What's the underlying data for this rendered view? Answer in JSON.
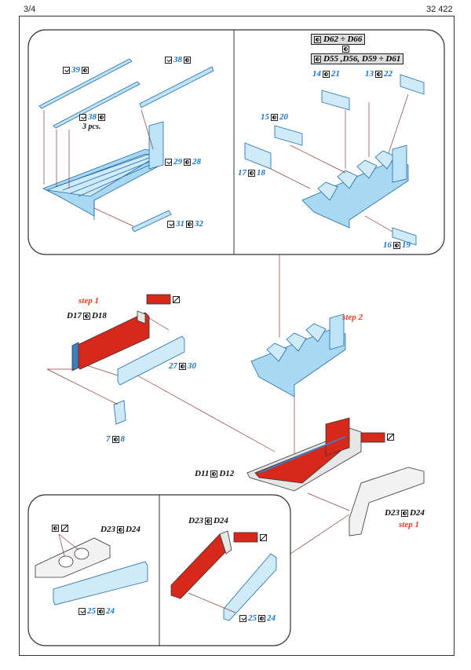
{
  "header": {
    "page": "3/4",
    "code": "32 422"
  },
  "labels": {
    "p39": "39",
    "p38a": "38",
    "p38b": "38",
    "pcs": "3 pcs.",
    "p29": "29",
    "p28": "28",
    "p31": "31",
    "p32": "32",
    "d_top1": "D62 ÷ D66",
    "d_top2": "D55 ,D56, D59 ÷ D61",
    "p14": "14",
    "p21": "21",
    "p13": "13",
    "p22": "22",
    "p15": "15",
    "p20": "20",
    "p17": "17",
    "p18": "18",
    "p16": "16",
    "p19": "19",
    "step1a": "step 1",
    "d17": "D17",
    "d18": "D18",
    "p27": "27",
    "p30": "30",
    "p7": "7",
    "p8": "8",
    "step2": "step 2",
    "d11": "D11",
    "d12": "D12",
    "d23a": "D23",
    "d24a": "D24",
    "step1b": "step 1",
    "d23b": "D23",
    "d24b": "D24",
    "d23c": "D23",
    "d24c": "D24",
    "p25a": "25",
    "p24a": "24",
    "p25b": "25",
    "p24b": "24"
  },
  "colors": {
    "etch_blue": "#4ab3e6",
    "part_red": "#d8281c",
    "text_blue": "#1a73c7",
    "text_red": "#e53a1e"
  }
}
